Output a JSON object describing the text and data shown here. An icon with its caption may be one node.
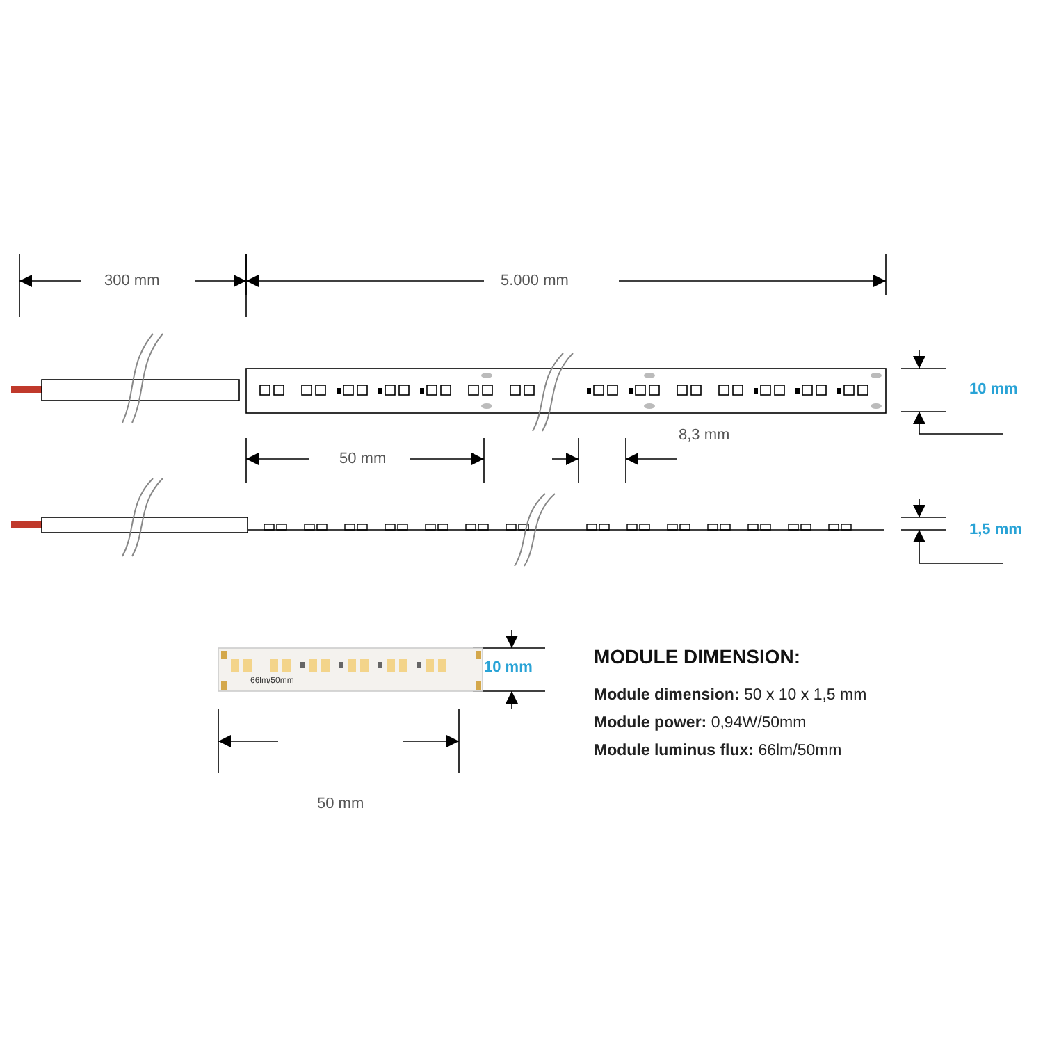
{
  "diagram": {
    "labels": [
      "300 mm",
      "5.000 mm",
      "10 mm",
      "50 mm",
      "8,3 mm",
      "1,5 mm",
      "MODULE DIMENSION:",
      "10 mm",
      "66lm/50mm",
      "**Module dimension:** 50 x 10 x 1,5 mm",
      "**Module power:** 0,94W/50mm",
      "**Module luminus flux:** 66lm/50mm",
      "50 mm"
    ]
  }
}
